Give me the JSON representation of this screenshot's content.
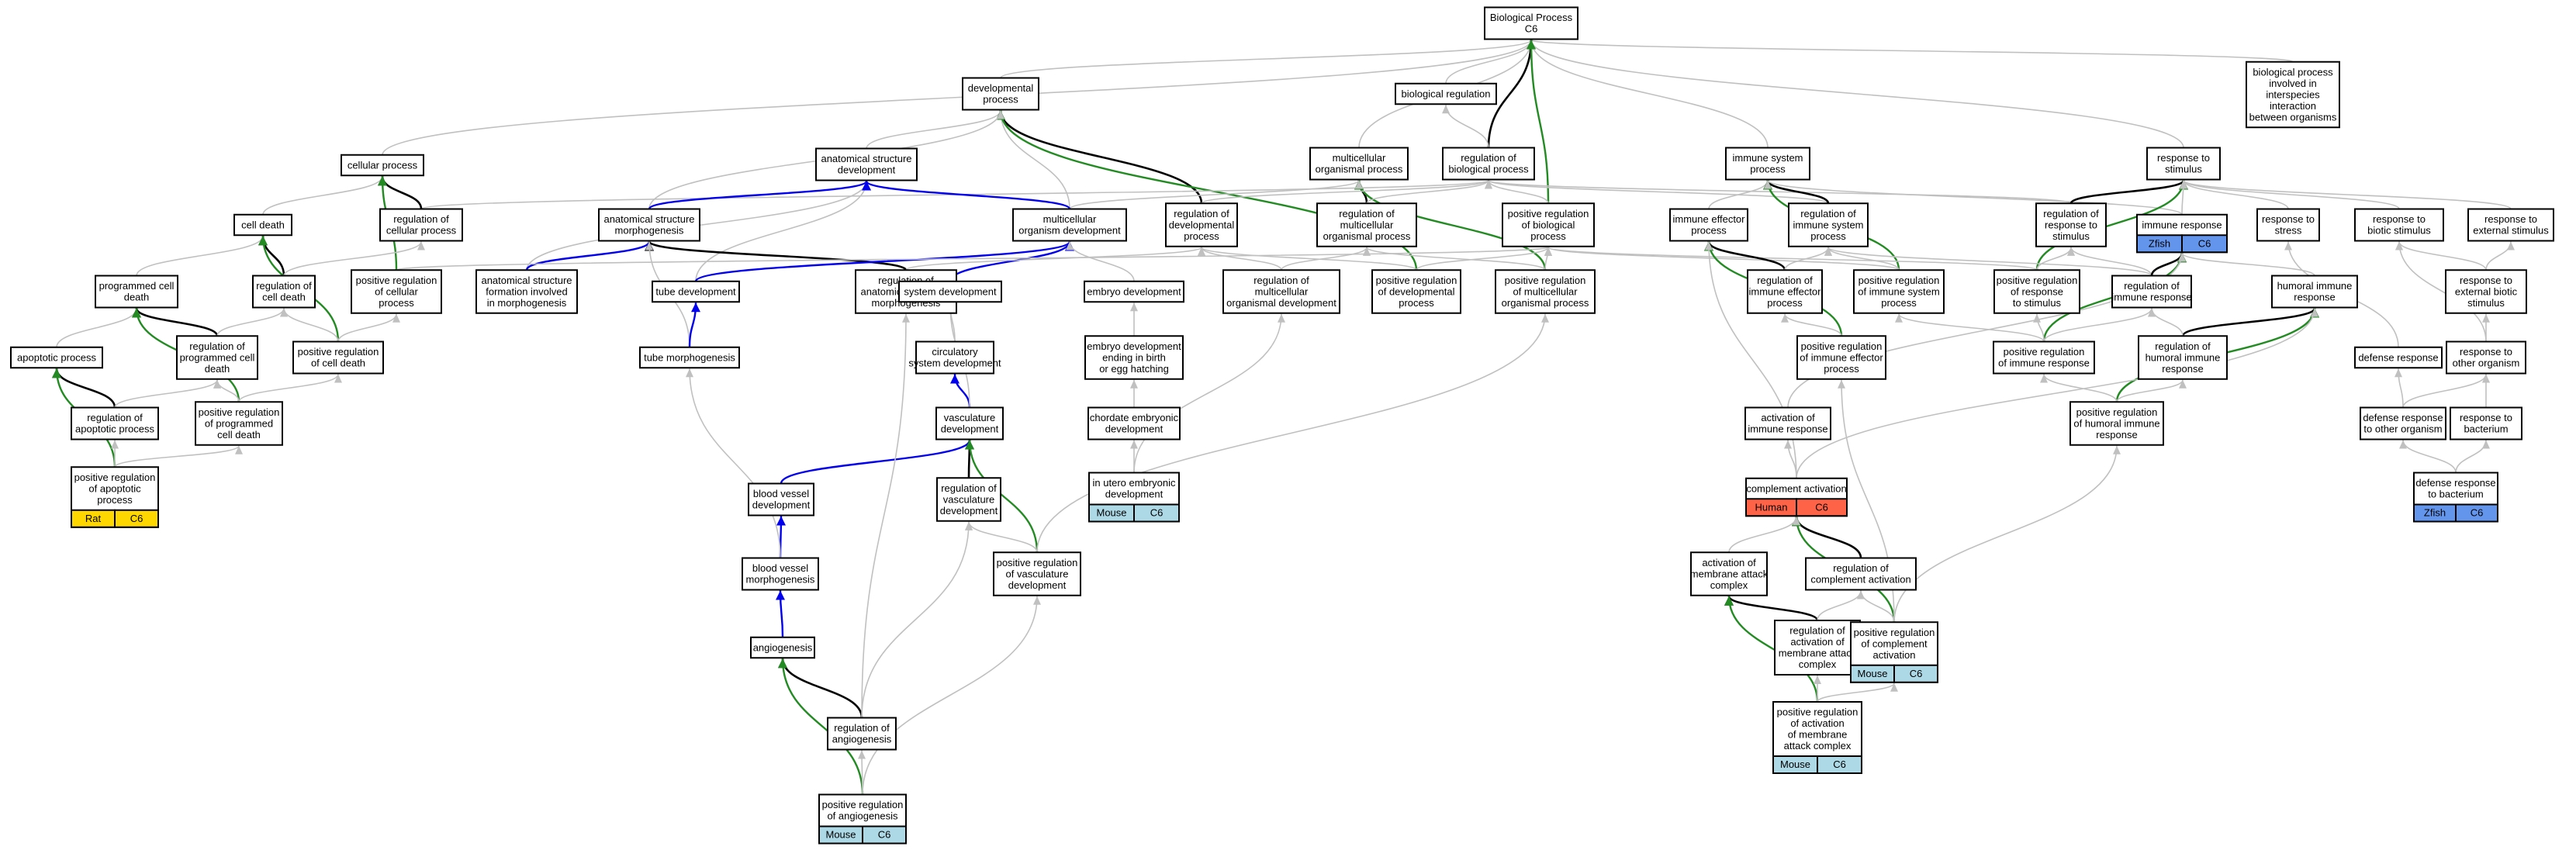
{
  "colors": {
    "gray": "#c0c0c0",
    "black": "#000000",
    "green": "#228b22",
    "blue": "#0000ee",
    "species": {
      "Rat": "#ffd700",
      "Human": "#ff6347",
      "Mouse": "#add8e6",
      "Zfish": "#6495ed",
      "C6": ""
    }
  },
  "nodes": [
    {
      "id": "bp",
      "lines": [
        "Biological Process",
        "C6"
      ]
    },
    {
      "id": "devproc",
      "lines": [
        "developmental",
        "process"
      ]
    },
    {
      "id": "bioreg",
      "lines": [
        "biological regulation"
      ]
    },
    {
      "id": "interspecies",
      "lines": [
        "biological process",
        "involved in",
        "interspecies",
        "interaction",
        "between organisms"
      ]
    },
    {
      "id": "cellproc",
      "lines": [
        "cellular process"
      ]
    },
    {
      "id": "anatdev",
      "lines": [
        "anatomical structure",
        "development"
      ]
    },
    {
      "id": "multiproc",
      "lines": [
        "multicellular",
        "organismal process"
      ]
    },
    {
      "id": "regbio",
      "lines": [
        "regulation of",
        "biological process"
      ]
    },
    {
      "id": "immsys",
      "lines": [
        "immune system",
        "process"
      ]
    },
    {
      "id": "resp",
      "lines": [
        "response to",
        "stimulus"
      ]
    },
    {
      "id": "celldeath",
      "lines": [
        "cell death"
      ]
    },
    {
      "id": "regcell",
      "lines": [
        "regulation of",
        "cellular process"
      ]
    },
    {
      "id": "anatmorph",
      "lines": [
        "anatomical structure",
        "morphogenesis"
      ]
    },
    {
      "id": "multidev",
      "lines": [
        "multicellular",
        "organism development"
      ]
    },
    {
      "id": "regdev",
      "lines": [
        "regulation of",
        "developmental",
        "process"
      ]
    },
    {
      "id": "regmulti",
      "lines": [
        "regulation of",
        "multicellular",
        "organismal process"
      ]
    },
    {
      "id": "posbio",
      "lines": [
        "positive regulation",
        "of biological",
        "process"
      ]
    },
    {
      "id": "immeff",
      "lines": [
        "immune effector",
        "process"
      ]
    },
    {
      "id": "regimmsys",
      "lines": [
        "regulation of",
        "immune system",
        "process"
      ]
    },
    {
      "id": "regresp",
      "lines": [
        "regulation of",
        "response to",
        "stimulus"
      ]
    },
    {
      "id": "immresp",
      "lines": [
        "immune response"
      ],
      "badges": [
        "Zfish",
        "C6"
      ]
    },
    {
      "id": "stress",
      "lines": [
        "response to",
        "stress"
      ]
    },
    {
      "id": "biotic",
      "lines": [
        "response to",
        "biotic stimulus"
      ]
    },
    {
      "id": "external",
      "lines": [
        "response to",
        "external stimulus"
      ]
    },
    {
      "id": "progdeath",
      "lines": [
        "programmed cell",
        "death"
      ]
    },
    {
      "id": "regcelldeath",
      "lines": [
        "regulation of",
        "cell death"
      ]
    },
    {
      "id": "posregcell",
      "lines": [
        "positive regulation",
        "of cellular",
        "process"
      ]
    },
    {
      "id": "anatform",
      "lines": [
        "anatomical structure",
        "formation involved",
        "in morphogenesis"
      ]
    },
    {
      "id": "tubedev",
      "lines": [
        "tube development"
      ]
    },
    {
      "id": "reganatmorph",
      "lines": [
        "regulation of",
        "anatomical structure",
        "morphogenesis"
      ]
    },
    {
      "id": "sysdev",
      "lines": [
        "system development"
      ]
    },
    {
      "id": "embryodev",
      "lines": [
        "embryo development"
      ]
    },
    {
      "id": "regmultidev",
      "lines": [
        "regulation of",
        "multicellular",
        "organismal development"
      ]
    },
    {
      "id": "posdevproc",
      "lines": [
        "positive regulation",
        "of developmental",
        "process"
      ]
    },
    {
      "id": "posmulti",
      "lines": [
        "positive regulation",
        "of multicellular",
        "organismal process"
      ]
    },
    {
      "id": "regimmeff",
      "lines": [
        "regulation of",
        "immune effector",
        "process"
      ]
    },
    {
      "id": "posimmsys",
      "lines": [
        "positive regulation",
        "of immune system",
        "process"
      ]
    },
    {
      "id": "posresp",
      "lines": [
        "positive regulation",
        "of response",
        "to stimulus"
      ]
    },
    {
      "id": "regimmresp",
      "lines": [
        "regulation of",
        "immune response"
      ]
    },
    {
      "id": "humoral",
      "lines": [
        "humoral immune",
        "response"
      ]
    },
    {
      "id": "extbiotic",
      "lines": [
        "response to",
        "external biotic",
        "stimulus"
      ]
    },
    {
      "id": "apoptotic",
      "lines": [
        "apoptotic process"
      ]
    },
    {
      "id": "regprogdeath",
      "lines": [
        "regulation of",
        "programmed cell",
        "death"
      ]
    },
    {
      "id": "poscelldeath",
      "lines": [
        "positive regulation",
        "of cell death"
      ]
    },
    {
      "id": "tubemorph",
      "lines": [
        "tube morphogenesis"
      ]
    },
    {
      "id": "circ",
      "lines": [
        "circulatory",
        "system development"
      ]
    },
    {
      "id": "embryobirth",
      "lines": [
        "embryo development",
        "ending in birth",
        "or egg hatching"
      ]
    },
    {
      "id": "posimmeff",
      "lines": [
        "positive regulation",
        "of immune effector",
        "process"
      ]
    },
    {
      "id": "posimmresp",
      "lines": [
        "positive regulation",
        "of immune response"
      ]
    },
    {
      "id": "reghumoral",
      "lines": [
        "regulation of",
        "humoral immune",
        "response"
      ]
    },
    {
      "id": "defense",
      "lines": [
        "defense response"
      ]
    },
    {
      "id": "otherorg",
      "lines": [
        "response to",
        "other organism"
      ]
    },
    {
      "id": "regapop",
      "lines": [
        "regulation of",
        "apoptotic process"
      ]
    },
    {
      "id": "posprogdeath",
      "lines": [
        "positive regulation",
        "of programmed",
        "cell death"
      ]
    },
    {
      "id": "vascdev",
      "lines": [
        "vasculature",
        "development"
      ]
    },
    {
      "id": "chordate",
      "lines": [
        "chordate embryonic",
        "development"
      ]
    },
    {
      "id": "actimm",
      "lines": [
        "activation of",
        "immune response"
      ]
    },
    {
      "id": "poshumoral",
      "lines": [
        "positive regulation",
        "of humoral immune",
        "response"
      ]
    },
    {
      "id": "defother",
      "lines": [
        "defense response",
        "to other organism"
      ]
    },
    {
      "id": "bacterium",
      "lines": [
        "response to",
        "bacterium"
      ]
    },
    {
      "id": "posapop",
      "lines": [
        "positive regulation",
        "of apoptotic",
        "process"
      ],
      "badges": [
        "Rat",
        "C6"
      ]
    },
    {
      "id": "bloodvessel",
      "lines": [
        "blood vessel",
        "development"
      ]
    },
    {
      "id": "regvasc",
      "lines": [
        "regulation of",
        "vasculature",
        "development"
      ]
    },
    {
      "id": "inutero",
      "lines": [
        "in utero embryonic",
        "development"
      ],
      "badges": [
        "Mouse",
        "C6"
      ]
    },
    {
      "id": "complement",
      "lines": [
        "complement activation"
      ],
      "badges": [
        "Human",
        "C6"
      ]
    },
    {
      "id": "defbact",
      "lines": [
        "defense response",
        "to bacterium"
      ],
      "badges": [
        "Zfish",
        "C6"
      ]
    },
    {
      "id": "bvmorph",
      "lines": [
        "blood vessel",
        "morphogenesis"
      ]
    },
    {
      "id": "posvasc",
      "lines": [
        "positive regulation",
        "of vasculature",
        "development"
      ]
    },
    {
      "id": "actmac",
      "lines": [
        "activation of",
        "membrane attack",
        "complex"
      ]
    },
    {
      "id": "regcomp",
      "lines": [
        "regulation of",
        "complement activation"
      ]
    },
    {
      "id": "angio",
      "lines": [
        "angiogenesis"
      ]
    },
    {
      "id": "regactmac",
      "lines": [
        "regulation of",
        "activation of",
        "membrane attack",
        "complex"
      ]
    },
    {
      "id": "poscomp",
      "lines": [
        "positive regulation",
        "of complement",
        "activation"
      ],
      "badges": [
        "Mouse",
        "C6"
      ]
    },
    {
      "id": "regangio",
      "lines": [
        "regulation of",
        "angiogenesis"
      ]
    },
    {
      "id": "posactmac",
      "lines": [
        "positive regulation",
        "of activation",
        "of membrane",
        "attack complex"
      ],
      "badges": [
        "Mouse",
        "C6"
      ]
    },
    {
      "id": "posangio",
      "lines": [
        "positive regulation",
        "of angiogenesis"
      ],
      "badges": [
        "Mouse",
        "C6"
      ]
    }
  ],
  "edges": [
    [
      "devproc",
      "bp",
      "gray"
    ],
    [
      "bioreg",
      "bp",
      "gray"
    ],
    [
      "interspecies",
      "bp",
      "gray"
    ],
    [
      "cellproc",
      "bp",
      "gray"
    ],
    [
      "multiproc",
      "bp",
      "gray"
    ],
    [
      "regbio",
      "bp",
      "black"
    ],
    [
      "immsys",
      "bp",
      "gray"
    ],
    [
      "resp",
      "bp",
      "gray"
    ],
    [
      "posbio",
      "bp",
      "green"
    ],
    [
      "regbio",
      "bioreg",
      "gray"
    ],
    [
      "anatdev",
      "devproc",
      "gray"
    ],
    [
      "multidev",
      "devproc",
      "gray"
    ],
    [
      "regdev",
      "devproc",
      "black"
    ],
    [
      "posdevproc",
      "devproc",
      "green"
    ],
    [
      "anatmorph",
      "devproc",
      "gray"
    ],
    [
      "regmulti",
      "multiproc",
      "black"
    ],
    [
      "posmulti",
      "multiproc",
      "green"
    ],
    [
      "multidev",
      "multiproc",
      "gray"
    ],
    [
      "regdev",
      "regbio",
      "gray"
    ],
    [
      "regmulti",
      "regbio",
      "gray"
    ],
    [
      "posbio",
      "regbio",
      "gray"
    ],
    [
      "regcell",
      "regbio",
      "gray"
    ],
    [
      "regimmsys",
      "regbio",
      "gray"
    ],
    [
      "regresp",
      "regbio",
      "gray"
    ],
    [
      "immeff",
      "immsys",
      "gray"
    ],
    [
      "regimmsys",
      "immsys",
      "black"
    ],
    [
      "posimmsys",
      "immsys",
      "green"
    ],
    [
      "immresp",
      "immsys",
      "gray"
    ],
    [
      "regresp",
      "resp",
      "black"
    ],
    [
      "posresp",
      "resp",
      "green"
    ],
    [
      "immresp",
      "resp",
      "gray"
    ],
    [
      "stress",
      "resp",
      "gray"
    ],
    [
      "biotic",
      "resp",
      "gray"
    ],
    [
      "external",
      "resp",
      "gray"
    ],
    [
      "celldeath",
      "cellproc",
      "gray"
    ],
    [
      "regcell",
      "cellproc",
      "black"
    ],
    [
      "posregcell",
      "cellproc",
      "green"
    ],
    [
      "anatmorph",
      "anatdev",
      "blue"
    ],
    [
      "anatform",
      "anatdev",
      "gray"
    ],
    [
      "tubedev",
      "anatdev",
      "gray"
    ],
    [
      "multidev",
      "anatdev",
      "blue"
    ],
    [
      "progdeath",
      "celldeath",
      "gray"
    ],
    [
      "regcelldeath",
      "celldeath",
      "black"
    ],
    [
      "poscelldeath",
      "celldeath",
      "green"
    ],
    [
      "anatform",
      "anatmorph",
      "blue"
    ],
    [
      "reganatmorph",
      "anatmorph",
      "black"
    ],
    [
      "tubemorph",
      "anatmorph",
      "gray"
    ],
    [
      "tubedev",
      "multidev",
      "blue"
    ],
    [
      "sysdev",
      "multidev",
      "blue"
    ],
    [
      "embryodev",
      "multidev",
      "gray"
    ],
    [
      "regmultidev",
      "regdev",
      "gray"
    ],
    [
      "posdevproc",
      "regdev",
      "gray"
    ],
    [
      "reganatmorph",
      "regdev",
      "gray"
    ],
    [
      "regmultidev",
      "regmulti",
      "gray"
    ],
    [
      "posmulti",
      "regmulti",
      "gray"
    ],
    [
      "posdevproc",
      "posbio",
      "gray"
    ],
    [
      "posmulti",
      "posbio",
      "gray"
    ],
    [
      "posregcell",
      "posbio",
      "gray"
    ],
    [
      "posimmsys",
      "posbio",
      "gray"
    ],
    [
      "posresp",
      "posbio",
      "gray"
    ],
    [
      "regimmeff",
      "immeff",
      "black"
    ],
    [
      "posimmeff",
      "immeff",
      "green"
    ],
    [
      "regimmeff",
      "regimmsys",
      "gray"
    ],
    [
      "posimmsys",
      "regimmsys",
      "gray"
    ],
    [
      "regimmresp",
      "regimmsys",
      "gray"
    ],
    [
      "regimmresp",
      "regresp",
      "gray"
    ],
    [
      "posresp",
      "regresp",
      "gray"
    ],
    [
      "regimmresp",
      "immresp",
      "black"
    ],
    [
      "posimmresp",
      "immresp",
      "green"
    ],
    [
      "humoral",
      "immresp",
      "gray"
    ],
    [
      "actimm",
      "immresp",
      "gray"
    ],
    [
      "defense",
      "stress",
      "gray"
    ],
    [
      "otherorg",
      "biotic",
      "gray"
    ],
    [
      "extbiotic",
      "external",
      "gray"
    ],
    [
      "extbiotic",
      "biotic",
      "gray"
    ],
    [
      "otherorg",
      "extbiotic",
      "gray"
    ],
    [
      "apoptotic",
      "progdeath",
      "gray"
    ],
    [
      "regprogdeath",
      "progdeath",
      "black"
    ],
    [
      "posprogdeath",
      "progdeath",
      "green"
    ],
    [
      "regprogdeath",
      "regcelldeath",
      "gray"
    ],
    [
      "poscelldeath",
      "regcelldeath",
      "gray"
    ],
    [
      "poscelldeath",
      "posregcell",
      "gray"
    ],
    [
      "regcelldeath",
      "regcell",
      "gray"
    ],
    [
      "tubemorph",
      "tubedev",
      "blue"
    ],
    [
      "circ",
      "sysdev",
      "gray"
    ],
    [
      "embryobirth",
      "embryodev",
      "gray"
    ],
    [
      "posimmeff",
      "regimmeff",
      "gray"
    ],
    [
      "posimmresp",
      "posimmsys",
      "gray"
    ],
    [
      "posimmresp",
      "posresp",
      "gray"
    ],
    [
      "posimmresp",
      "regimmresp",
      "gray"
    ],
    [
      "reghumoral",
      "humoral",
      "black"
    ],
    [
      "poshumoral",
      "humoral",
      "green"
    ],
    [
      "reghumoral",
      "regimmresp",
      "gray"
    ],
    [
      "poshumoral",
      "posimmresp",
      "gray"
    ],
    [
      "poshumoral",
      "reghumoral",
      "gray"
    ],
    [
      "defother",
      "defense",
      "gray"
    ],
    [
      "defother",
      "otherorg",
      "gray"
    ],
    [
      "bacterium",
      "otherorg",
      "gray"
    ],
    [
      "regapop",
      "apoptotic",
      "black"
    ],
    [
      "posapop",
      "apoptotic",
      "green"
    ],
    [
      "regapop",
      "regprogdeath",
      "gray"
    ],
    [
      "posapop",
      "posprogdeath",
      "gray"
    ],
    [
      "posapop",
      "regapop",
      "gray"
    ],
    [
      "posprogdeath",
      "regprogdeath",
      "gray"
    ],
    [
      "posprogdeath",
      "poscelldeath",
      "gray"
    ],
    [
      "vascdev",
      "circ",
      "blue"
    ],
    [
      "vascdev",
      "sysdev",
      "gray"
    ],
    [
      "chordate",
      "embryobirth",
      "gray"
    ],
    [
      "complement",
      "actimm",
      "gray"
    ],
    [
      "complement",
      "humoral",
      "gray"
    ],
    [
      "complement",
      "immeff",
      "gray"
    ],
    [
      "defbact",
      "defother",
      "gray"
    ],
    [
      "defbact",
      "bacterium",
      "gray"
    ],
    [
      "bloodvessel",
      "vascdev",
      "blue"
    ],
    [
      "regvasc",
      "vascdev",
      "black"
    ],
    [
      "posvasc",
      "vascdev",
      "green"
    ],
    [
      "inutero",
      "chordate",
      "gray"
    ],
    [
      "inutero",
      "regmultidev",
      "gray"
    ],
    [
      "bvmorph",
      "bloodvessel",
      "blue"
    ],
    [
      "bvmorph",
      "tubemorph",
      "gray"
    ],
    [
      "posvasc",
      "regvasc",
      "gray"
    ],
    [
      "posvasc",
      "posmulti",
      "gray"
    ],
    [
      "regcomp",
      "complement",
      "black"
    ],
    [
      "poscomp",
      "complement",
      "green"
    ],
    [
      "actmac",
      "complement",
      "gray"
    ],
    [
      "angio",
      "bvmorph",
      "blue"
    ],
    [
      "regangio",
      "angio",
      "black"
    ],
    [
      "posangio",
      "angio",
      "green"
    ],
    [
      "regangio",
      "regvasc",
      "gray"
    ],
    [
      "regangio",
      "reganatmorph",
      "gray"
    ],
    [
      "posangio",
      "posvasc",
      "gray"
    ],
    [
      "posangio",
      "regangio",
      "gray"
    ],
    [
      "regactmac",
      "actmac",
      "black"
    ],
    [
      "posactmac",
      "actmac",
      "green"
    ],
    [
      "regactmac",
      "regcomp",
      "gray"
    ],
    [
      "poscomp",
      "regcomp",
      "gray"
    ],
    [
      "poscomp",
      "posimmeff",
      "gray"
    ],
    [
      "poscomp",
      "poshumoral",
      "gray"
    ],
    [
      "posactmac",
      "regactmac",
      "gray"
    ],
    [
      "posactmac",
      "poscomp",
      "gray"
    ]
  ]
}
